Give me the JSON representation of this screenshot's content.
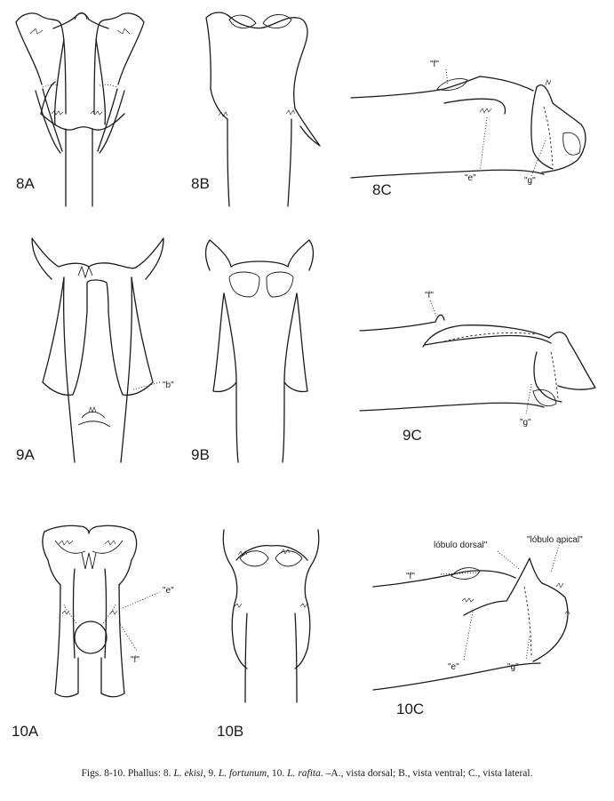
{
  "figure_labels": {
    "f8a": "8A",
    "f8b": "8B",
    "f8c": "8C",
    "f9a": "9A",
    "f9b": "9B",
    "f9c": "9C",
    "f10a": "10A",
    "f10b": "10B",
    "f10c": "10C"
  },
  "annotations": {
    "f8c_f": "\"f\"",
    "f8c_e": "\"e\"",
    "f8c_g": "\"g\"",
    "f9_b": "\"b\"",
    "f9c_f": "\"f\"",
    "f9c_g": "\"g\"",
    "f10_e": "\"e\"",
    "f10a_f": "\"f\"",
    "f10c_lobulo_dorsal": "lóbulo dorsal\"",
    "f10c_lobulo_apical": "\"lóbulo apical\"",
    "f10c_f": "\"f\"",
    "f10c_e": "\"e\"",
    "f10c_g": "\"g\""
  },
  "caption": {
    "prefix": "Figs. 8-10. Phallus: 8. ",
    "sp1": "L. ekisi,",
    "mid1": " 9. ",
    "sp2": "L. fortunum,",
    "mid2": " 10. ",
    "sp3": "L. rafita.",
    "suffix": " –A., vista dorsal; B., vista ventral; C., vista lateral."
  }
}
